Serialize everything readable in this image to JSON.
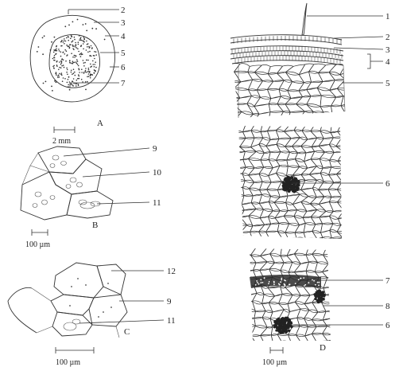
{
  "panels": {
    "A": {
      "letter": "A",
      "scale": "2 mm",
      "labels": [
        "2",
        "3",
        "4",
        "5",
        "6",
        "7"
      ]
    },
    "B": {
      "letter": "B",
      "scale": "100 µm",
      "labels": [
        "9",
        "10",
        "11"
      ]
    },
    "C": {
      "letter": "C",
      "scale": "100 µm",
      "labels": [
        "12",
        "9",
        "11"
      ]
    },
    "D": {
      "letter": "D",
      "scale": "100 µm",
      "labels": [
        "1",
        "2",
        "3",
        "4",
        "5",
        "6",
        "7",
        "8",
        "6"
      ]
    }
  },
  "colors": {
    "ink": "#333333",
    "background": "#ffffff",
    "dark_tissue": "#222222"
  }
}
